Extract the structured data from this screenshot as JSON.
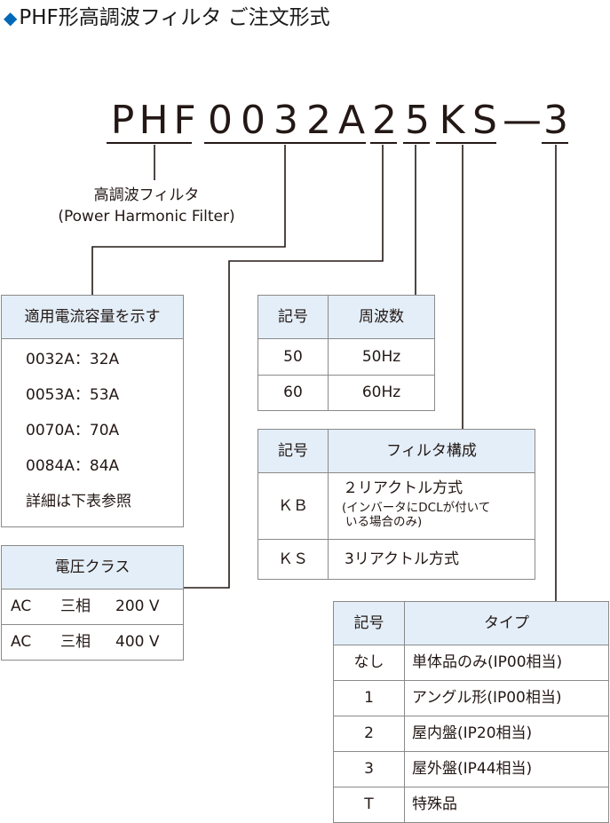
{
  "title": "PHF形高調波フィルタ ご注文形式",
  "title_icon": "diamond-icon",
  "accent_color": "#0068b7",
  "header_fill": "#e3eef8",
  "model_code": [
    "P",
    "H",
    "F",
    "0",
    "0",
    "3",
    "2",
    "A",
    "2",
    "5",
    "K",
    "S",
    "—",
    "3"
  ],
  "product_label": {
    "line1": "高調波フィルタ",
    "line2": "(Power Harmonic Filter)"
  },
  "capacity_table": {
    "header": "適用電流容量を示す",
    "rows": [
      "0032A：32A",
      "0053A：53A",
      "0070A：70A",
      "0084A：84A"
    ],
    "note": "詳細は下表参照"
  },
  "voltage_table": {
    "header": "電圧クラス",
    "rows": [
      {
        "ac": "AC",
        "phase": "三相",
        "volt": "200 V"
      },
      {
        "ac": "AC",
        "phase": "三相",
        "volt": "400 V"
      }
    ]
  },
  "frequency_table": {
    "headers": [
      "記号",
      "周波数"
    ],
    "rows": [
      {
        "code": "50",
        "value": "50Hz"
      },
      {
        "code": "60",
        "value": "60Hz"
      }
    ]
  },
  "filter_table": {
    "headers": [
      "記号",
      "フィルタ構成"
    ],
    "rows": [
      {
        "code": "ＫＢ",
        "value": "２リアクトル方式",
        "note1": "(インバータにDCLが付いて",
        "note2": "いる場合のみ)"
      },
      {
        "code": "ＫＳ",
        "value": "3リアクトル方式"
      }
    ]
  },
  "type_table": {
    "headers": [
      "記号",
      "タイプ"
    ],
    "rows": [
      {
        "code": "なし",
        "value": "単体品のみ(IP00相当)"
      },
      {
        "code": "1",
        "value": "アングル形(IP00相当)"
      },
      {
        "code": "2",
        "value": "屋内盤(IP20相当)"
      },
      {
        "code": "3",
        "value": "屋外盤(IP44相当)"
      },
      {
        "code": "T",
        "value": "特殊品"
      }
    ]
  }
}
